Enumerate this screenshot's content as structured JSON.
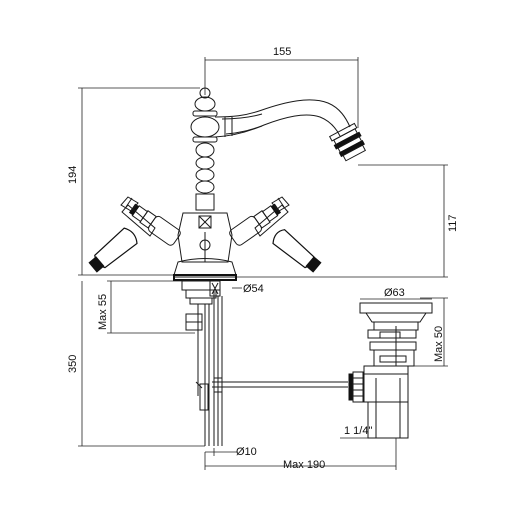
{
  "drawing": {
    "dimensions": {
      "spout_reach": "155",
      "overall_height": "194",
      "spout_height": "117",
      "max_deck_thickness": "Max 55",
      "base_diameter": "Ø54",
      "tail_length": "350",
      "waste_diameter": "Ø63",
      "waste_max_height": "Max 50",
      "waste_thread": "1 1/4\"",
      "pipe_diameter": "Ø10",
      "rod_max_length": "Max 190"
    }
  }
}
